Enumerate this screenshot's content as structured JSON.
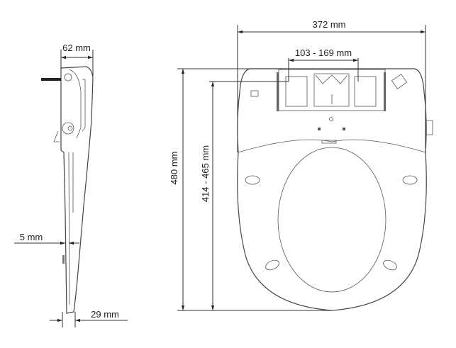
{
  "title": "Toilet seat dimensions",
  "dimensions": {
    "side_depth": "62 mm",
    "width": "372 mm",
    "hinge_spacing": "103 - 169 mm",
    "length": "480 mm",
    "fixing_to_front": "414 - 465 mm",
    "gap": "5 mm",
    "seat_thickness": "29 mm"
  }
}
